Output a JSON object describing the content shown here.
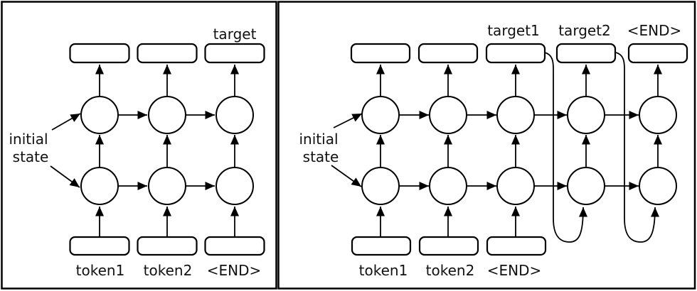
{
  "left_panel": {
    "target_label": "target",
    "initial_state_line1": "initial",
    "initial_state_line2": "state",
    "token_labels": [
      "token1",
      "token2",
      "<END>"
    ]
  },
  "right_panel": {
    "target_labels": [
      "target1",
      "target2",
      "<END>"
    ],
    "initial_state_line1": "initial",
    "initial_state_line2": "state",
    "token_labels": [
      "token1",
      "token2",
      "<END>"
    ]
  },
  "colors": {
    "stroke": "#000000",
    "text": "#111111",
    "background": "#ffffff"
  }
}
